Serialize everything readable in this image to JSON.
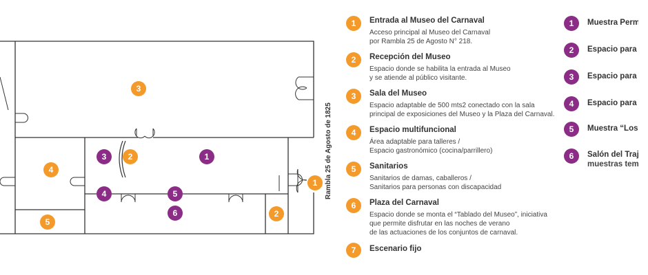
{
  "colors": {
    "orange": "#f39a2a",
    "purple": "#8b2c86",
    "wall": "#333333"
  },
  "street_label": "Rambla 25 de Agosto de 1825",
  "map_markers": {
    "orange": [
      "3",
      "4",
      "2",
      "5",
      "1"
    ],
    "purple": [
      "3",
      "1",
      "4",
      "5",
      "6"
    ]
  },
  "map_marker_2_orange": "2",
  "legend_orange": [
    {
      "num": "1",
      "title": "Entrada al Museo del Carnaval",
      "desc": [
        "Acceso principal al Museo del Carnaval",
        "por Rambla 25 de Agosto N° 218."
      ]
    },
    {
      "num": "2",
      "title": "Recepción del Museo",
      "desc": [
        "Espacio donde se habilita la entrada al Museo",
        "y se atiende al público visitante."
      ]
    },
    {
      "num": "3",
      "title": "Sala del Museo",
      "desc": [
        "Espacio adaptable de 500 mts2 conectado con la sala",
        "principal de exposiciones del Museo y la Plaza del Carnaval."
      ]
    },
    {
      "num": "4",
      "title": "Espacio multifuncional",
      "desc": [
        "Área adaptable para talleres /",
        "Espacio gastronómico (cocina/parrillero)"
      ]
    },
    {
      "num": "5",
      "title": "Sanitarios",
      "desc": [
        "Sanitarios de damas, caballeros /",
        "Sanitarios para personas con discapacidad"
      ]
    },
    {
      "num": "6",
      "title": "Plaza del Carnaval",
      "desc": [
        "Espacio donde se monta el “Tablado del Museo”, iniciativa",
        "que permite disfrutar en las noches de verano",
        "de las actuaciones de los conjuntos de carnaval."
      ]
    },
    {
      "num": "7",
      "title": "Escenario fijo",
      "desc": []
    }
  ],
  "legend_purple": [
    {
      "num": "1",
      "title": "Muestra Permane"
    },
    {
      "num": "2",
      "title": "Espacio para mue"
    },
    {
      "num": "3",
      "title": "Espacio para mue"
    },
    {
      "num": "4",
      "title": "Espacio para mue"
    },
    {
      "num": "5",
      "title": "Muestra “Los viej"
    },
    {
      "num": "6",
      "title": "Salón del Traje (e",
      "desc": [
        "muestras tempor"
      ]
    }
  ]
}
